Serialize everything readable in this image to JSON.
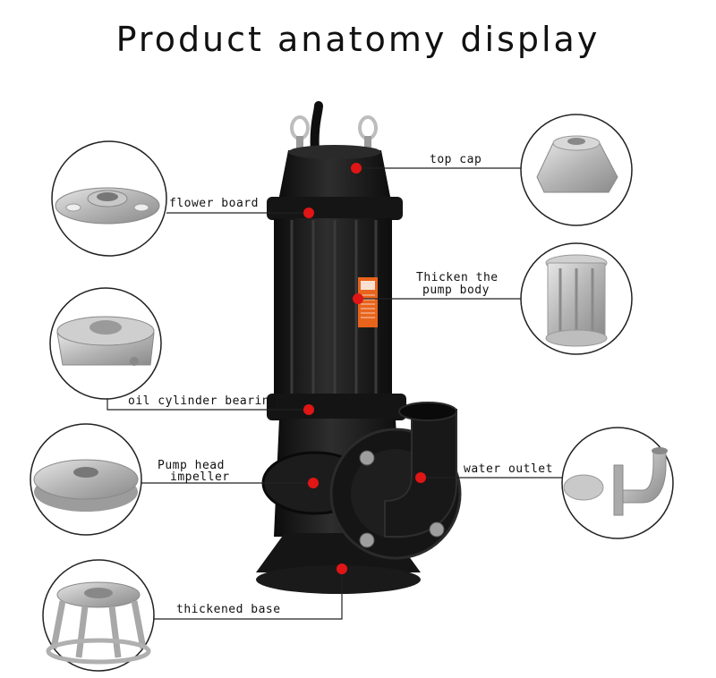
{
  "title": "Product anatomy display",
  "labels": {
    "top_cap": "top cap",
    "flower_board": "flower board",
    "thicken_line1": "Thicken the",
    "thicken_line2": "pump body",
    "oil_cylinder_bearing": "oil cylinder bearing",
    "pump_head_line1": "Pump head",
    "pump_head_line2": "impeller",
    "water_outlet": "water outlet",
    "thickened_base": "thickened base"
  },
  "colors": {
    "marker": "#e01515",
    "pump_body": "#1b1b1b",
    "part_metal": "#b9b9b9",
    "leader_line": "#222222",
    "warning_label": "#e8641c"
  }
}
